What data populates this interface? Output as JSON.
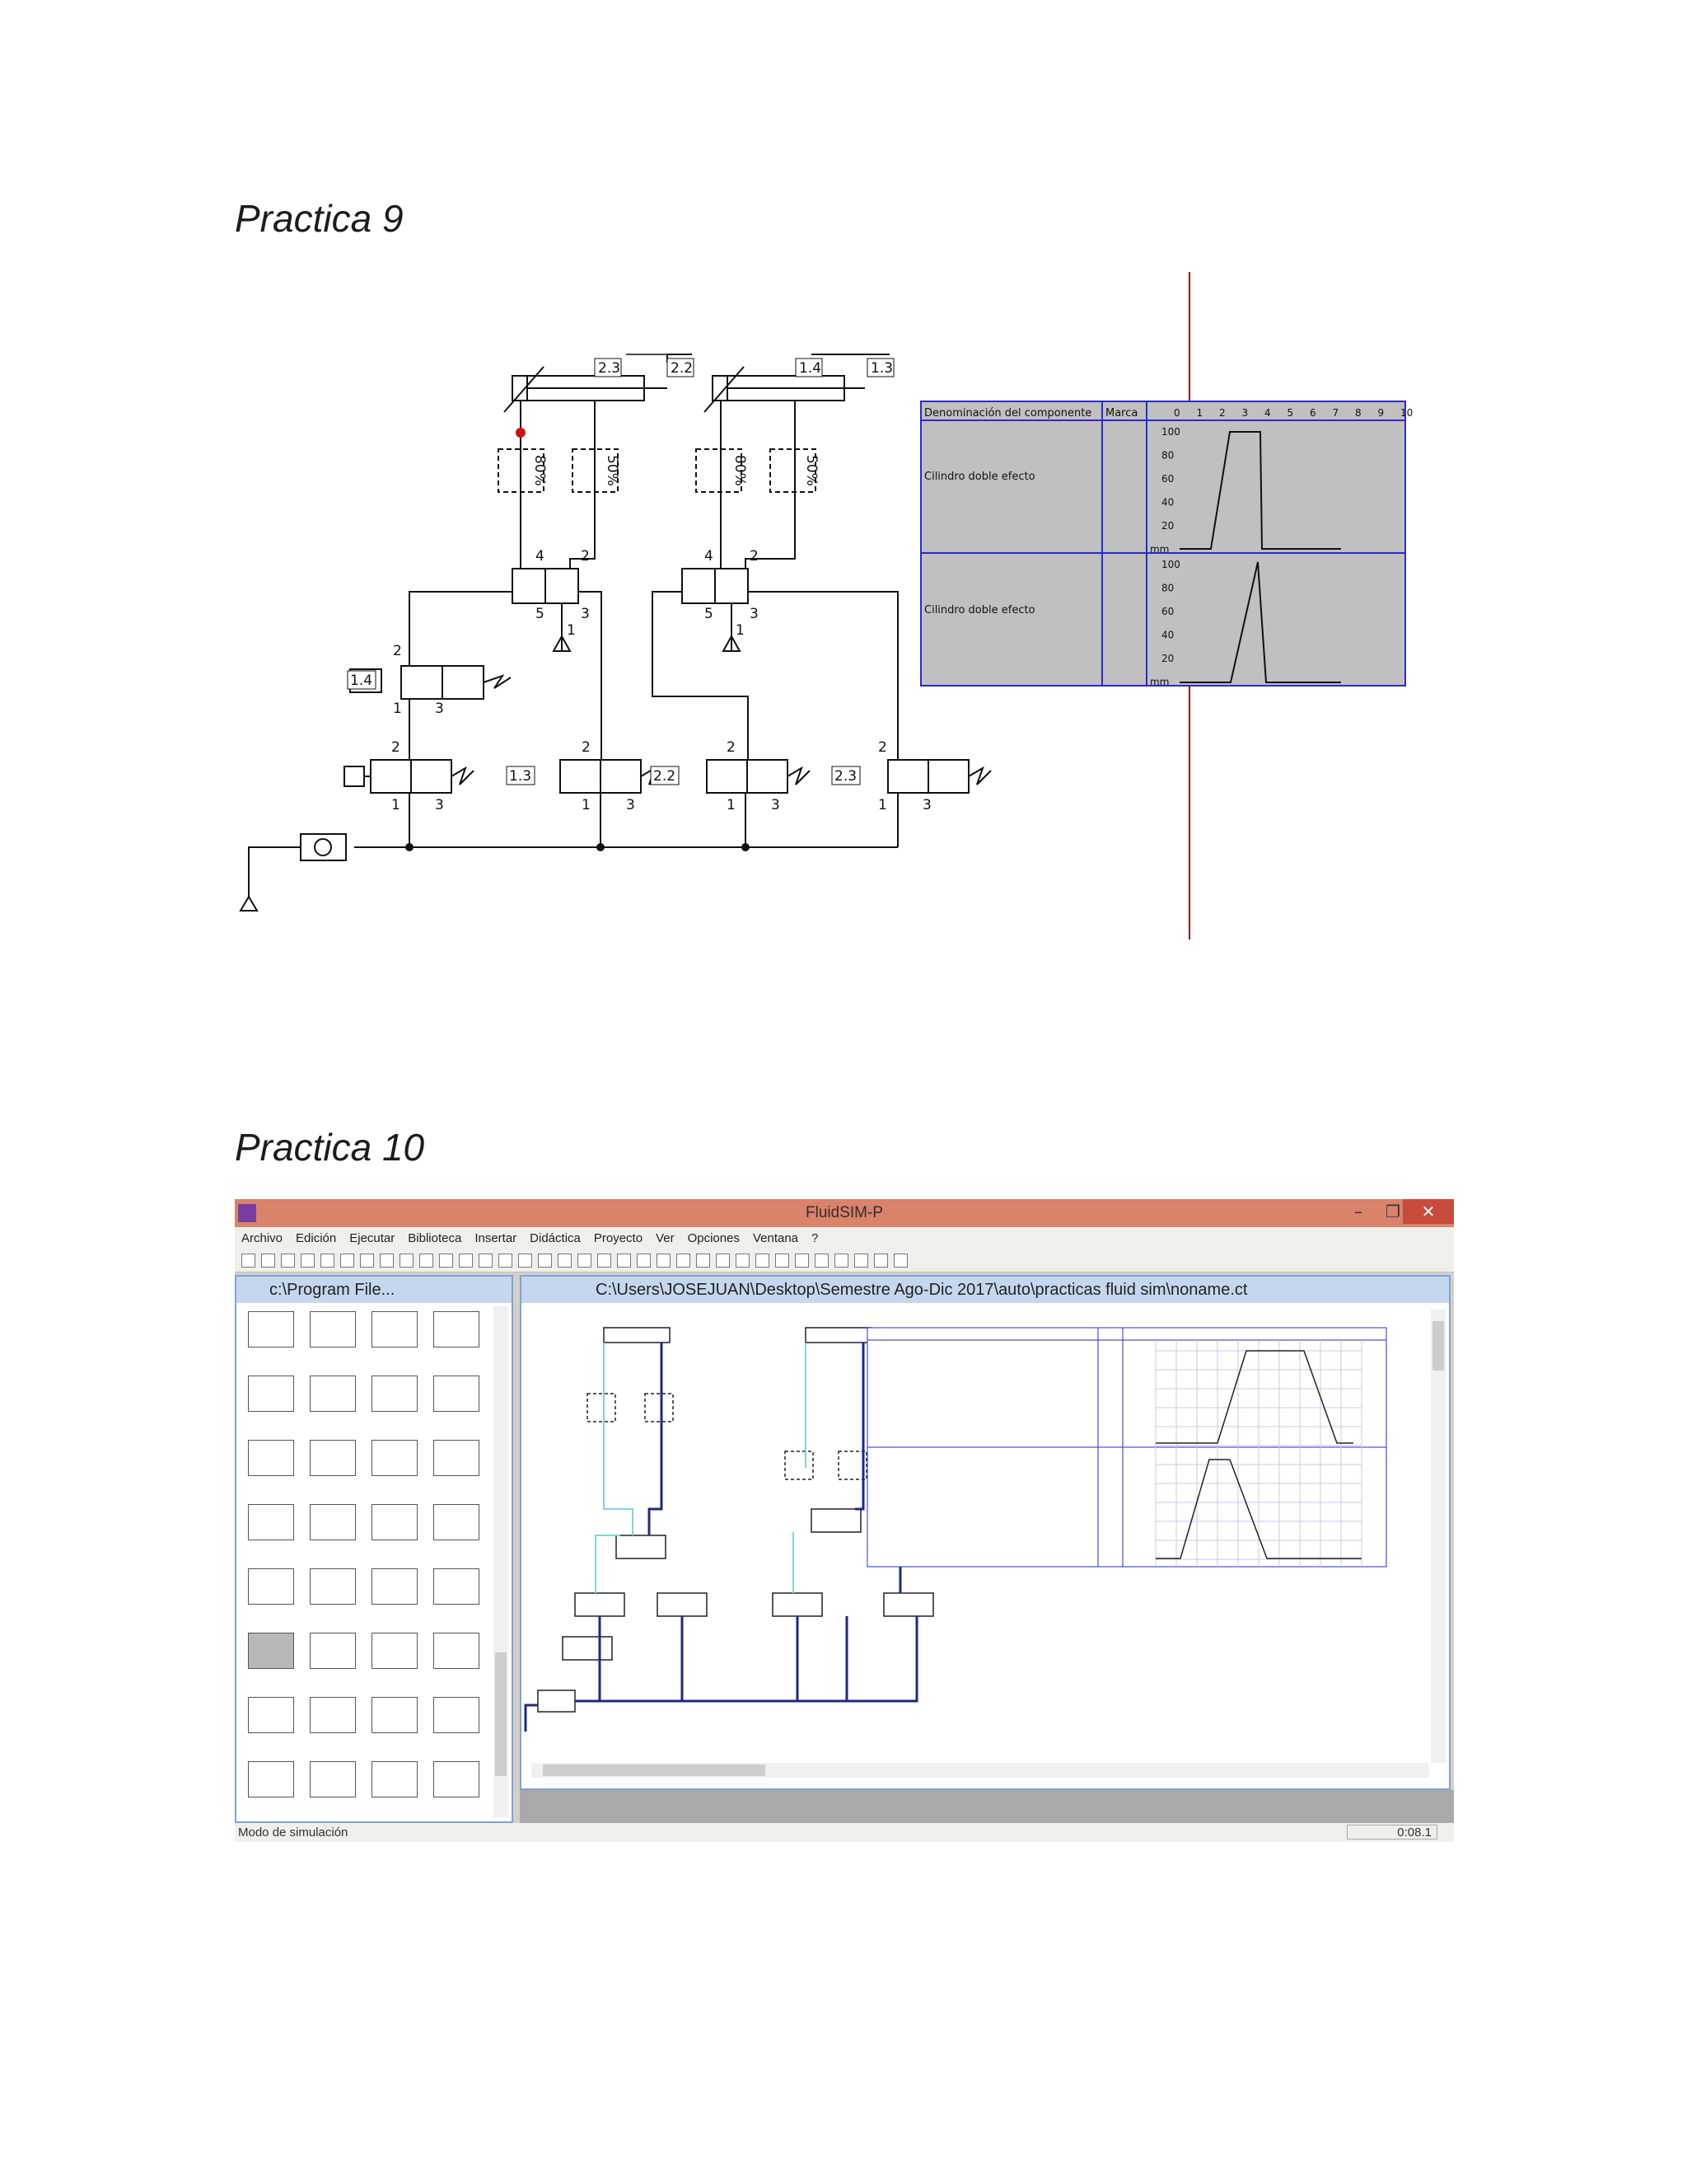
{
  "headings": {
    "practice9": "Practica 9",
    "practice10": "Practica 10"
  },
  "diagram9": {
    "labels": {
      "cyl_left_a": "2.3",
      "cyl_left_b": "2.2",
      "cyl_right_a": "1.4",
      "cyl_right_b": "1.3",
      "throttle_80": "80%",
      "throttle_50": "50%",
      "valve_left_top": "1.4",
      "valve_b2": "1.3",
      "valve_b3": "2.2",
      "valve_b4": "2.3",
      "port_4": "4",
      "port_2": "2",
      "port_5": "5",
      "port_3": "3",
      "port_1": "1"
    },
    "table": {
      "col_component": "Denominación del componente",
      "col_mark": "Marca",
      "time_ticks": [
        "0",
        "1",
        "2",
        "3",
        "4",
        "5",
        "6",
        "7",
        "8",
        "9",
        "10"
      ],
      "rows": [
        {
          "component": "Cilindro doble efecto",
          "y_ticks": [
            "100",
            "80",
            "60",
            "40",
            "20",
            "mm"
          ]
        },
        {
          "component": "Cilindro doble efecto",
          "y_ticks": [
            "100",
            "80",
            "60",
            "40",
            "20",
            "mm"
          ]
        }
      ]
    }
  },
  "app": {
    "title": "FluidSIM-P",
    "menu": [
      "Archivo",
      "Edición",
      "Ejecutar",
      "Biblioteca",
      "Insertar",
      "Didáctica",
      "Proyecto",
      "Ver",
      "Opciones",
      "Ventana",
      "?"
    ],
    "library_title": "c:\\Program File...",
    "circuit_title": "C:\\Users\\JOSEJUAN\\Desktop\\Semestre Ago-Dic 2017\\auto\\practicas fluid sim\\noname.ct",
    "status_left": "Modo de simulación",
    "status_right": "0:08.1",
    "window_buttons": {
      "minimize": "–",
      "restore": "❐",
      "close": "✕"
    }
  }
}
